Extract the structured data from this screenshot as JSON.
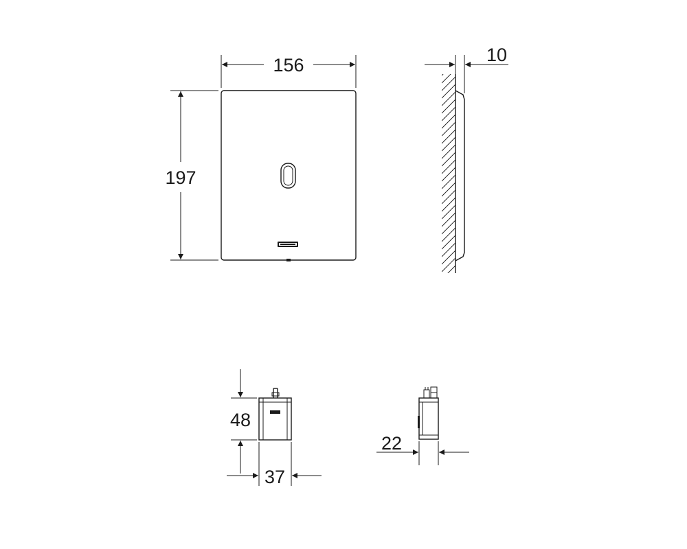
{
  "drawing": {
    "line_color": "#1a1a1a",
    "background": "#ffffff",
    "front_view": {
      "width_label": "156",
      "height_label": "197"
    },
    "side_view": {
      "depth_label": "10"
    },
    "module_front": {
      "height_label": "48",
      "width_label": "37"
    },
    "module_side": {
      "depth_label": "22"
    }
  }
}
